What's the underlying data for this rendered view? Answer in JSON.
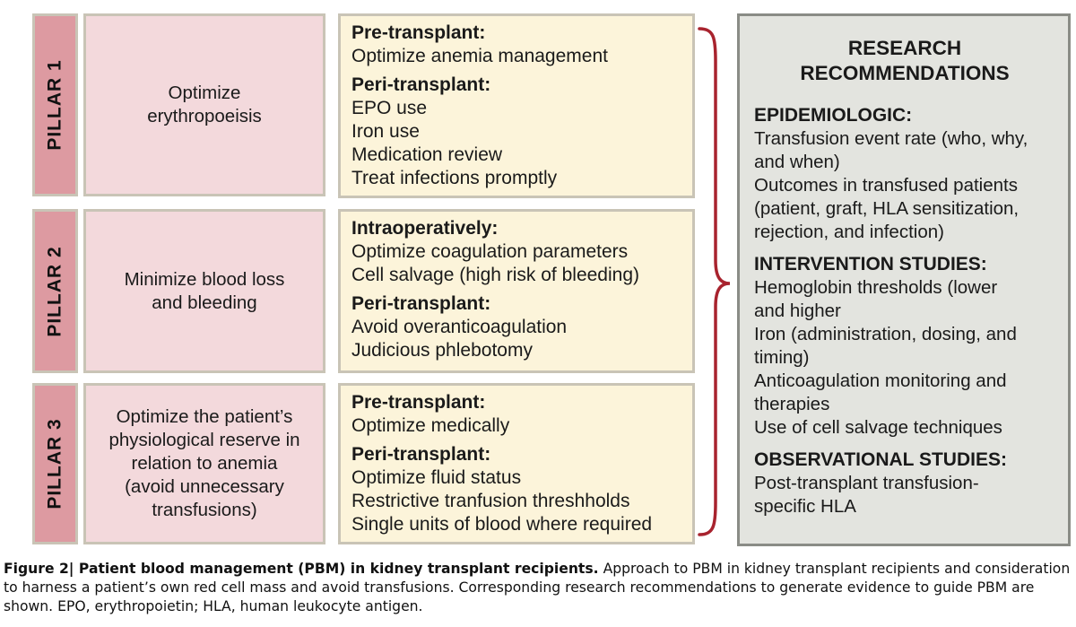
{
  "pillars": [
    {
      "label": "PILLAR 1",
      "goal": "Optimize\nerythropoeisis",
      "sections": [
        {
          "heading": "Pre-transplant:",
          "items": [
            "Optimize anemia management"
          ]
        },
        {
          "heading": "Peri-transplant:",
          "items": [
            "EPO use",
            "Iron use",
            "Medication review",
            "Treat infections promptly"
          ]
        }
      ]
    },
    {
      "label": "PILLAR 2",
      "goal": "Minimize blood loss\nand bleeding",
      "sections": [
        {
          "heading": "Intraoperatively:",
          "items": [
            "Optimize coagulation parameters",
            "Cell salvage (high risk of bleeding)"
          ]
        },
        {
          "heading": "Peri-transplant:",
          "items": [
            "Avoid overanticoagulation",
            "Judicious phlebotomy"
          ]
        }
      ]
    },
    {
      "label": "PILLAR 3",
      "goal": "Optimize the patient’s\nphysiological reserve in\nrelation to anemia\n(avoid unnecessary\ntransfusions)",
      "sections": [
        {
          "heading": "Pre-transplant:",
          "items": [
            "Optimize medically"
          ]
        },
        {
          "heading": "Peri-transplant:",
          "items": [
            "Optimize fluid status",
            "Restrictive tranfusion threshholds",
            "Single units of blood where required"
          ]
        }
      ]
    }
  ],
  "research": {
    "title": "RESEARCH\nRECOMMENDATIONS",
    "sections": [
      {
        "heading": "EPIDEMIOLOGIC:",
        "items": [
          "Transfusion event rate (who, why,\nand when)",
          "Outcomes in transfused patients\n(patient, graft, HLA sensitization,\nrejection, and infection)"
        ]
      },
      {
        "heading": "INTERVENTION STUDIES:",
        "items": [
          "Hemoglobin thresholds (lower\nand higher",
          "Iron (administration, dosing, and\ntiming)",
          "Anticoagulation monitoring and\ntherapies",
          "Use of cell salvage techniques"
        ]
      },
      {
        "heading": "OBSERVATIONAL STUDIES:",
        "items": [
          "Post-transplant transfusion-\nspecific HLA"
        ]
      }
    ]
  },
  "caption": {
    "bold": "Figure 2| Patient blood management (PBM) in kidney transplant recipients.",
    "text": " Approach to PBM in kidney transplant recipients and consideration to harness a patient’s own red cell mass and avoid transfusions. Corresponding research recommendations to generate evidence to guide PBM are shown. EPO, erythropoietin; HLA, human leukocyte antigen."
  },
  "colors": {
    "pillar_tab": "#dd9aa1",
    "pillar_goal": "#f3d9dc",
    "strategy": "#fcf4da",
    "research": "#e3e4df",
    "brace": "#a8232e"
  }
}
